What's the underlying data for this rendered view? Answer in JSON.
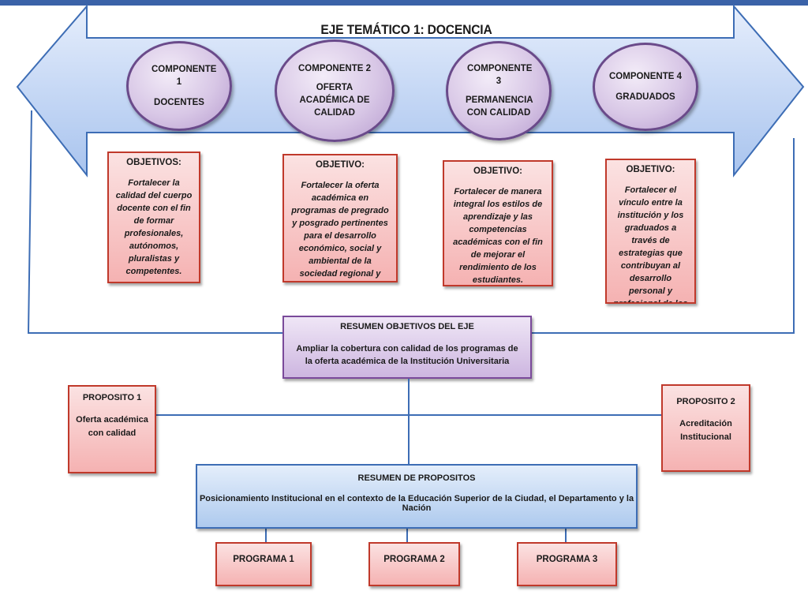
{
  "title": "EJE TEMÁTICO 1: DOCENCIA",
  "componentes": [
    {
      "title": "COMPONENTE 1",
      "sub": "DOCENTES"
    },
    {
      "title": "COMPONENTE 2",
      "sub": "OFERTA ACADÉMICA DE CALIDAD"
    },
    {
      "title": "COMPONENTE 3",
      "sub": "PERMANENCIA CON CALIDAD"
    },
    {
      "title": "COMPONENTE 4",
      "sub": "GRADUADOS"
    }
  ],
  "objetivos": [
    {
      "heading": "OBJETIVOS:",
      "text": "Fortalecer la calidad del cuerpo docente con el fin de formar profesionales, autónomos, pluralistas y competentes."
    },
    {
      "heading": "OBJETIVO:",
      "text": "Fortalecer la oferta académica en programas de pregrado y posgrado pertinentes para el desarrollo económico, social y ambiental de la sociedad regional y"
    },
    {
      "heading": "OBJETIVO:",
      "text": "Fortalecer de manera integral los estilos de aprendizaje y las competencias académicas con el fin de mejorar el rendimiento de los estudiantes."
    },
    {
      "heading": "OBJETIVO:",
      "text": "Fortalecer el vínculo entre la institución y los graduados a través de estrategias que contribuyan al desarrollo personal y profesional de los"
    }
  ],
  "resumen_objetivos": {
    "heading": "RESUMEN OBJETIVOS DEL EJE",
    "text": "Ampliar la cobertura con calidad de los programas de la oferta académica de la Institución Universitaria"
  },
  "propositos": [
    {
      "heading": "PROPOSITO 1",
      "text": "Oferta académica con calidad"
    },
    {
      "heading": "PROPOSITO 2",
      "text": "Acreditación Institucional"
    }
  ],
  "resumen_propositos": {
    "heading": "RESUMEN DE PROPOSITOS",
    "text": "Posicionamiento Institucional en el contexto de la Educación Superior de la Ciudad, el Departamento y la Nación"
  },
  "programas": [
    "PROGRAMA 1",
    "PROGRAMA 2",
    "PROGRAMA 3"
  ],
  "colors": {
    "arrow_fill": "#c9daf6",
    "arrow_stroke": "#3d6db5",
    "circle_border": "#6a4a8a",
    "red_border": "#c0392b",
    "purple_border": "#7a4a9a",
    "top_bar": "#3a62a8"
  }
}
